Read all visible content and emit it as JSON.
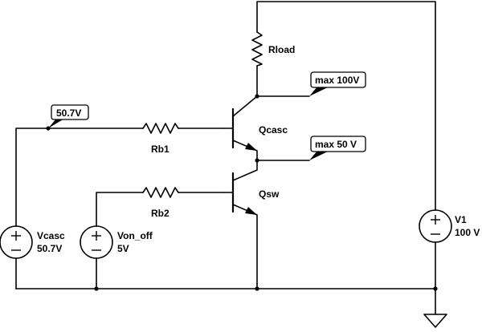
{
  "components": {
    "rload": {
      "label": "Rload"
    },
    "rb1": {
      "label": "Rb1"
    },
    "rb2": {
      "label": "Rb2"
    },
    "qcasc": {
      "label": "Qcasc"
    },
    "qsw": {
      "label": "Qsw"
    },
    "vcasc": {
      "label": "Vcasc",
      "value": "50.7V"
    },
    "von_off": {
      "label": "Von_off",
      "value": "5V"
    },
    "v1": {
      "label": "V1",
      "value": "100 V"
    }
  },
  "net_tags": {
    "vcasc_node": "50.7V",
    "collector_top": "max 100V",
    "mid_node": "max 50 V"
  }
}
